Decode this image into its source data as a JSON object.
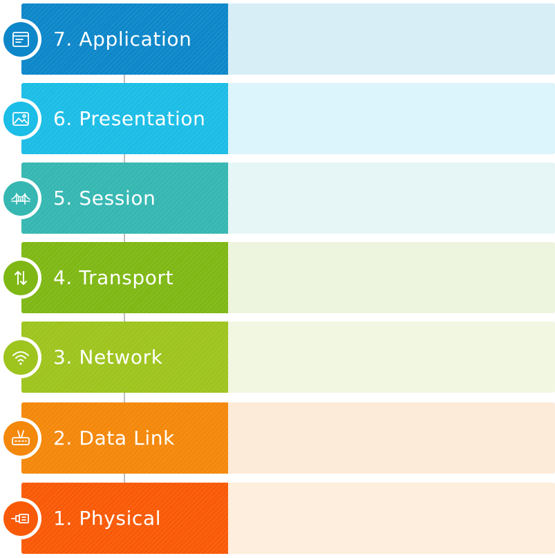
{
  "layers": [
    {
      "label": "7. Application",
      "icon": "application-window-icon",
      "band_color": "#0d87c9",
      "panel_color": "#d8eef7"
    },
    {
      "label": "6. Presentation",
      "icon": "image-icon",
      "band_color": "#1cbde6",
      "panel_color": "#dcf4fb"
    },
    {
      "label": "5. Session",
      "icon": "bridge-icon",
      "band_color": "#36b7b2",
      "panel_color": "#e6f6f7"
    },
    {
      "label": "4. Transport",
      "icon": "up-down-arrows-icon",
      "band_color": "#7fb815",
      "panel_color": "#eef5df"
    },
    {
      "label": "3. Network",
      "icon": "wifi-icon",
      "band_color": "#9ec41e",
      "panel_color": "#f1f7e0"
    },
    {
      "label": "2. Data Link",
      "icon": "router-icon",
      "band_color": "#f4880b",
      "panel_color": "#fcebd9"
    },
    {
      "label": "1. Physical",
      "icon": "cable-plug-icon",
      "band_color": "#f95a07",
      "panel_color": "#fdeedd"
    }
  ]
}
